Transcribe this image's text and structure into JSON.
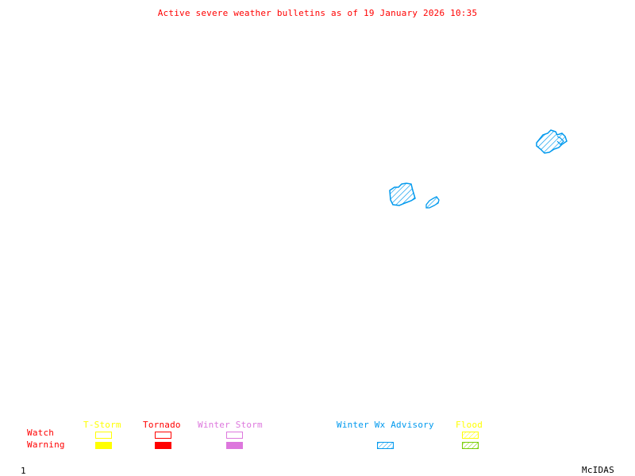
{
  "title": "Active severe weather bulletins as of 19 January 2026 10:35",
  "colors": {
    "title": "#ff0000",
    "tstorm": "#ffff00",
    "tornado": "#ff0000",
    "winter_storm": "#dd77dd",
    "advisory": "#0099ee",
    "flood_watch": "#ffff00",
    "flood_warning": "#77cc00",
    "footer": "#000000"
  },
  "legend": {
    "row_labels": {
      "watch": "Watch",
      "warning": "Warning"
    },
    "categories": [
      {
        "key": "tstorm",
        "label": "T-Storm"
      },
      {
        "key": "tornado",
        "label": "Tornado"
      },
      {
        "key": "winter_storm",
        "label": "Winter Storm"
      },
      {
        "key": "advisory",
        "label": "Winter Wx Advisory"
      },
      {
        "key": "flood",
        "label": "Flood"
      }
    ]
  },
  "map": {
    "alert_areas": [
      {
        "type": "Winter Wx Advisory",
        "region": "northeast"
      },
      {
        "type": "Winter Wx Advisory",
        "region": "central-west"
      },
      {
        "type": "Winter Wx Advisory",
        "region": "central-east"
      }
    ]
  },
  "footer": {
    "frame": "1",
    "brand": "McIDAS"
  }
}
